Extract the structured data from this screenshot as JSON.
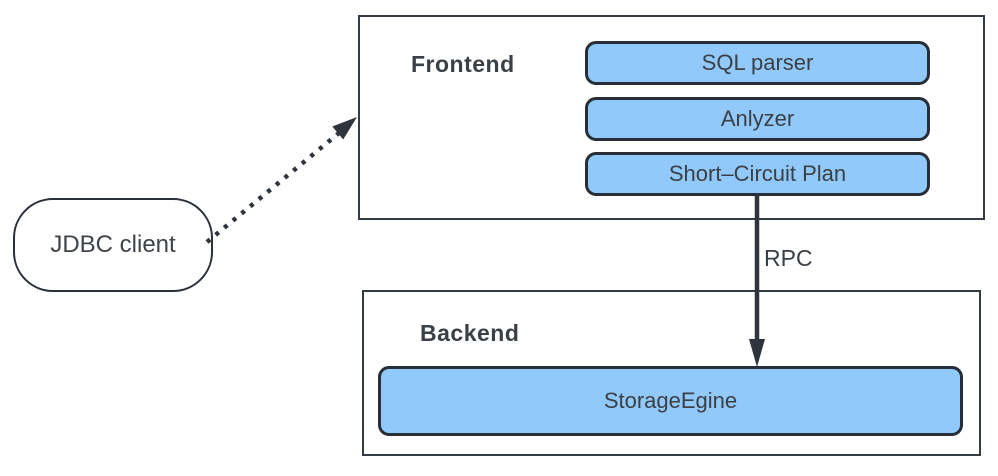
{
  "diagram": {
    "client": {
      "label": "JDBC client"
    },
    "frontend": {
      "title": "Frontend",
      "modules": [
        {
          "label": "SQL parser"
        },
        {
          "label": "Anlyzer"
        },
        {
          "label": "Short–Circuit Plan"
        }
      ]
    },
    "backend": {
      "title": "Backend",
      "modules": [
        {
          "label": "StorageEgine"
        }
      ]
    },
    "edges": [
      {
        "from": "JDBC client",
        "to": "Frontend",
        "style": "dotted",
        "label": ""
      },
      {
        "from": "Short–Circuit Plan",
        "to": "StorageEgine",
        "style": "solid",
        "label": "RPC"
      }
    ],
    "colors": {
      "module_fill": "#90C9FA",
      "module_border": "#272E38",
      "container_border": "#333B44",
      "arrow": "#2F353D",
      "text": "#3B4046",
      "background": "#FFFFFF"
    }
  }
}
